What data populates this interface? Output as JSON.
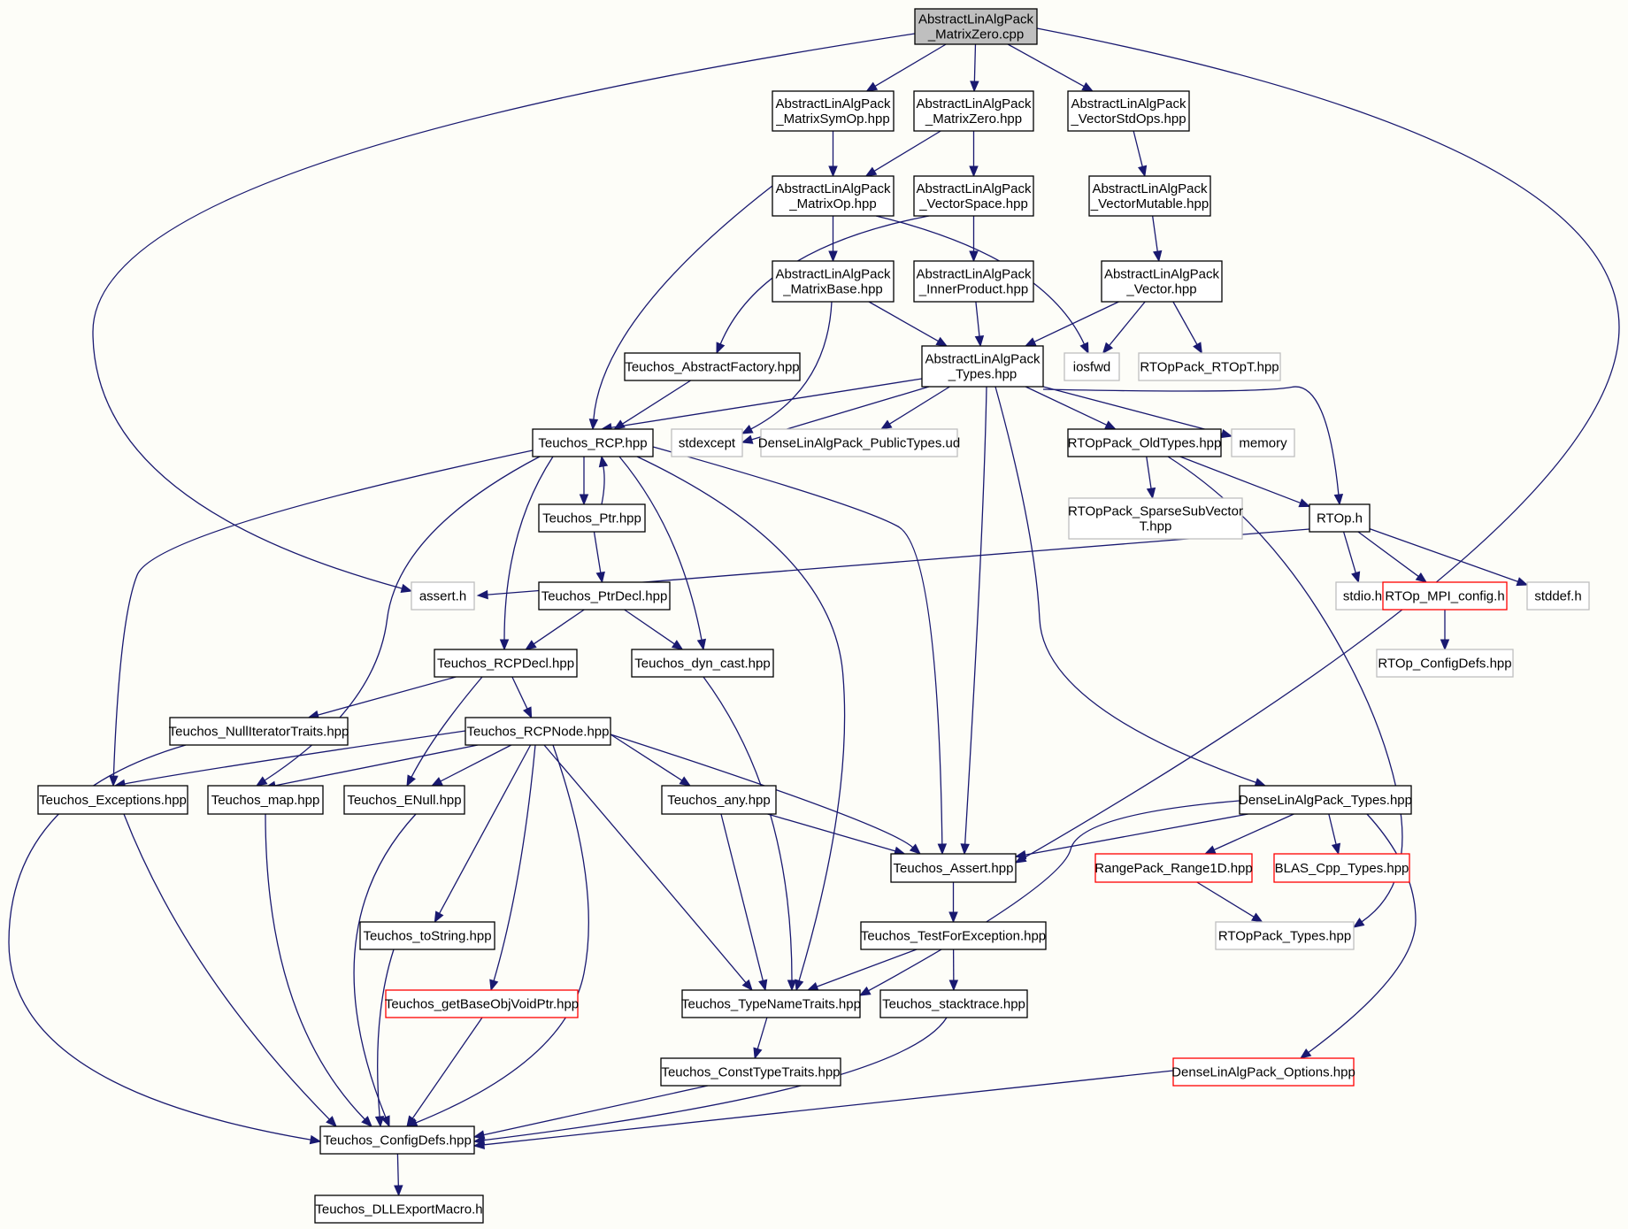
{
  "graph": {
    "title": "",
    "nodes": [
      {
        "id": "root",
        "lines": [
          "AbstractLinAlgPack",
          "_MatrixZero.cpp"
        ],
        "style": "root"
      },
      {
        "id": "msymop",
        "lines": [
          "AbstractLinAlgPack",
          "_MatrixSymOp.hpp"
        ],
        "style": "normal"
      },
      {
        "id": "mzero",
        "lines": [
          "AbstractLinAlgPack",
          "_MatrixZero.hpp"
        ],
        "style": "normal"
      },
      {
        "id": "vstdops",
        "lines": [
          "AbstractLinAlgPack",
          "_VectorStdOps.hpp"
        ],
        "style": "normal"
      },
      {
        "id": "mop",
        "lines": [
          "AbstractLinAlgPack",
          "_MatrixOp.hpp"
        ],
        "style": "normal"
      },
      {
        "id": "vspace",
        "lines": [
          "AbstractLinAlgPack",
          "_VectorSpace.hpp"
        ],
        "style": "normal"
      },
      {
        "id": "vmut",
        "lines": [
          "AbstractLinAlgPack",
          "_VectorMutable.hpp"
        ],
        "style": "normal"
      },
      {
        "id": "mbase",
        "lines": [
          "AbstractLinAlgPack",
          "_MatrixBase.hpp"
        ],
        "style": "normal"
      },
      {
        "id": "iprod",
        "lines": [
          "AbstractLinAlgPack",
          "_InnerProduct.hpp"
        ],
        "style": "normal"
      },
      {
        "id": "vec",
        "lines": [
          "AbstractLinAlgPack",
          "_Vector.hpp"
        ],
        "style": "normal"
      },
      {
        "id": "absfact",
        "lines": [
          "Teuchos_AbstractFactory.hpp"
        ],
        "style": "normal"
      },
      {
        "id": "types",
        "lines": [
          "AbstractLinAlgPack",
          "_Types.hpp"
        ],
        "style": "normal"
      },
      {
        "id": "iosfwd",
        "lines": [
          "iosfwd"
        ],
        "style": "external"
      },
      {
        "id": "roptpt",
        "lines": [
          "RTOpPack_RTOpT.hpp"
        ],
        "style": "external"
      },
      {
        "id": "rcp",
        "lines": [
          "Teuchos_RCP.hpp"
        ],
        "style": "normal"
      },
      {
        "id": "stdexcept",
        "lines": [
          "stdexcept"
        ],
        "style": "external"
      },
      {
        "id": "dlapub",
        "lines": [
          "DenseLinAlgPack_PublicTypes.ud"
        ],
        "style": "external"
      },
      {
        "id": "oldtypes",
        "lines": [
          "RTOpPack_OldTypes.hpp"
        ],
        "style": "normal"
      },
      {
        "id": "memory",
        "lines": [
          "memory"
        ],
        "style": "external"
      },
      {
        "id": "ptr",
        "lines": [
          "Teuchos_Ptr.hpp"
        ],
        "style": "normal"
      },
      {
        "id": "sparse",
        "lines": [
          "RTOpPack_SparseSubVector",
          "T.hpp"
        ],
        "style": "external"
      },
      {
        "id": "rtoph",
        "lines": [
          "RTOp.h"
        ],
        "style": "normal"
      },
      {
        "id": "asserth",
        "lines": [
          "assert.h"
        ],
        "style": "external"
      },
      {
        "id": "ptrdecl",
        "lines": [
          "Teuchos_PtrDecl.hpp"
        ],
        "style": "normal"
      },
      {
        "id": "stdioh",
        "lines": [
          "stdio.h"
        ],
        "style": "external"
      },
      {
        "id": "mpiconf",
        "lines": [
          "RTOp_MPI_config.h"
        ],
        "style": "red"
      },
      {
        "id": "stddefh",
        "lines": [
          "stddef.h"
        ],
        "style": "external"
      },
      {
        "id": "rcpdecl",
        "lines": [
          "Teuchos_RCPDecl.hpp"
        ],
        "style": "normal"
      },
      {
        "id": "dyncast",
        "lines": [
          "Teuchos_dyn_cast.hpp"
        ],
        "style": "normal"
      },
      {
        "id": "rtopconf",
        "lines": [
          "RTOp_ConfigDefs.hpp"
        ],
        "style": "external"
      },
      {
        "id": "nullit",
        "lines": [
          "Teuchos_NullIteratorTraits.hpp"
        ],
        "style": "normal"
      },
      {
        "id": "rcpnode",
        "lines": [
          "Teuchos_RCPNode.hpp"
        ],
        "style": "normal"
      },
      {
        "id": "except",
        "lines": [
          "Teuchos_Exceptions.hpp"
        ],
        "style": "normal"
      },
      {
        "id": "map",
        "lines": [
          "Teuchos_map.hpp"
        ],
        "style": "normal"
      },
      {
        "id": "enull",
        "lines": [
          "Teuchos_ENull.hpp"
        ],
        "style": "normal"
      },
      {
        "id": "any",
        "lines": [
          "Teuchos_any.hpp"
        ],
        "style": "normal"
      },
      {
        "id": "dlatypes",
        "lines": [
          "DenseLinAlgPack_Types.hpp"
        ],
        "style": "normal"
      },
      {
        "id": "tassert",
        "lines": [
          "Teuchos_Assert.hpp"
        ],
        "style": "normal"
      },
      {
        "id": "range1d",
        "lines": [
          "RangePack_Range1D.hpp"
        ],
        "style": "red"
      },
      {
        "id": "blas",
        "lines": [
          "BLAS_Cpp_Types.hpp"
        ],
        "style": "red"
      },
      {
        "id": "tostring",
        "lines": [
          "Teuchos_toString.hpp"
        ],
        "style": "normal"
      },
      {
        "id": "testexc",
        "lines": [
          "Teuchos_TestForException.hpp"
        ],
        "style": "normal"
      },
      {
        "id": "rtoptypes",
        "lines": [
          "RTOpPack_Types.hpp"
        ],
        "style": "external"
      },
      {
        "id": "getbase",
        "lines": [
          "Teuchos_getBaseObjVoidPtr.hpp"
        ],
        "style": "red"
      },
      {
        "id": "typename",
        "lines": [
          "Teuchos_TypeNameTraits.hpp"
        ],
        "style": "normal"
      },
      {
        "id": "stack",
        "lines": [
          "Teuchos_stacktrace.hpp"
        ],
        "style": "normal"
      },
      {
        "id": "consttype",
        "lines": [
          "Teuchos_ConstTypeTraits.hpp"
        ],
        "style": "normal"
      },
      {
        "id": "dlaopts",
        "lines": [
          "DenseLinAlgPack_Options.hpp"
        ],
        "style": "red"
      },
      {
        "id": "confdefs",
        "lines": [
          "Teuchos_ConfigDefs.hpp"
        ],
        "style": "normal"
      },
      {
        "id": "dllexp",
        "lines": [
          "Teuchos_DLLExportMacro.h"
        ],
        "style": "normal"
      }
    ],
    "edges": [
      [
        "root",
        "msymop"
      ],
      [
        "root",
        "mzero"
      ],
      [
        "root",
        "vstdops"
      ],
      [
        "root",
        "asserth"
      ],
      [
        "root",
        "tassert"
      ],
      [
        "msymop",
        "mop"
      ],
      [
        "mzero",
        "mop"
      ],
      [
        "mzero",
        "vspace"
      ],
      [
        "vstdops",
        "vmut"
      ],
      [
        "mop",
        "rcp"
      ],
      [
        "mop",
        "mbase"
      ],
      [
        "mop",
        "iosfwd"
      ],
      [
        "vspace",
        "absfact"
      ],
      [
        "vspace",
        "iprod"
      ],
      [
        "vmut",
        "vec"
      ],
      [
        "mbase",
        "types"
      ],
      [
        "mbase",
        "stdexcept"
      ],
      [
        "iprod",
        "types"
      ],
      [
        "vec",
        "types"
      ],
      [
        "vec",
        "iosfwd"
      ],
      [
        "vec",
        "roptpt"
      ],
      [
        "absfact",
        "rcp"
      ],
      [
        "types",
        "rcp"
      ],
      [
        "types",
        "stdexcept"
      ],
      [
        "types",
        "dlapub"
      ],
      [
        "types",
        "oldtypes"
      ],
      [
        "types",
        "memory"
      ],
      [
        "types",
        "rtoph"
      ],
      [
        "types",
        "tassert"
      ],
      [
        "types",
        "dlatypes"
      ],
      [
        "rcp",
        "ptr"
      ],
      [
        "rcp",
        "rcpdecl"
      ],
      [
        "rcp",
        "dyncast"
      ],
      [
        "rcp",
        "except"
      ],
      [
        "rcp",
        "map"
      ],
      [
        "rcp",
        "typename"
      ],
      [
        "rcp",
        "tassert"
      ],
      [
        "ptr",
        "rcp"
      ],
      [
        "ptr",
        "ptrdecl"
      ],
      [
        "oldtypes",
        "sparse"
      ],
      [
        "oldtypes",
        "rtoph"
      ],
      [
        "oldtypes",
        "rtoptypes"
      ],
      [
        "rtoph",
        "asserth"
      ],
      [
        "rtoph",
        "stdioh"
      ],
      [
        "rtoph",
        "mpiconf"
      ],
      [
        "rtoph",
        "stddefh"
      ],
      [
        "mpiconf",
        "rtopconf"
      ],
      [
        "ptrdecl",
        "rcpdecl"
      ],
      [
        "ptrdecl",
        "dyncast"
      ],
      [
        "rcpdecl",
        "nullit"
      ],
      [
        "rcpdecl",
        "rcpnode"
      ],
      [
        "rcpdecl",
        "enull"
      ],
      [
        "dyncast",
        "typename"
      ],
      [
        "nullit",
        "confdefs"
      ],
      [
        "rcpnode",
        "except"
      ],
      [
        "rcpnode",
        "map"
      ],
      [
        "rcpnode",
        "enull"
      ],
      [
        "rcpnode",
        "any"
      ],
      [
        "rcpnode",
        "tassert"
      ],
      [
        "rcpnode",
        "tostring"
      ],
      [
        "rcpnode",
        "getbase"
      ],
      [
        "rcpnode",
        "typename"
      ],
      [
        "rcpnode",
        "confdefs"
      ],
      [
        "except",
        "confdefs"
      ],
      [
        "map",
        "confdefs"
      ],
      [
        "enull",
        "confdefs"
      ],
      [
        "any",
        "tassert"
      ],
      [
        "any",
        "typename"
      ],
      [
        "dlatypes",
        "tassert"
      ],
      [
        "dlatypes",
        "range1d"
      ],
      [
        "dlatypes",
        "blas"
      ],
      [
        "dlatypes",
        "typename"
      ],
      [
        "dlatypes",
        "dlaopts"
      ],
      [
        "tassert",
        "testexc"
      ],
      [
        "range1d",
        "rtoptypes"
      ],
      [
        "tostring",
        "confdefs"
      ],
      [
        "testexc",
        "typename"
      ],
      [
        "testexc",
        "stack"
      ],
      [
        "getbase",
        "confdefs"
      ],
      [
        "typename",
        "consttype"
      ],
      [
        "stack",
        "confdefs"
      ],
      [
        "consttype",
        "confdefs"
      ],
      [
        "dlaopts",
        "confdefs"
      ],
      [
        "confdefs",
        "dllexp"
      ]
    ]
  }
}
